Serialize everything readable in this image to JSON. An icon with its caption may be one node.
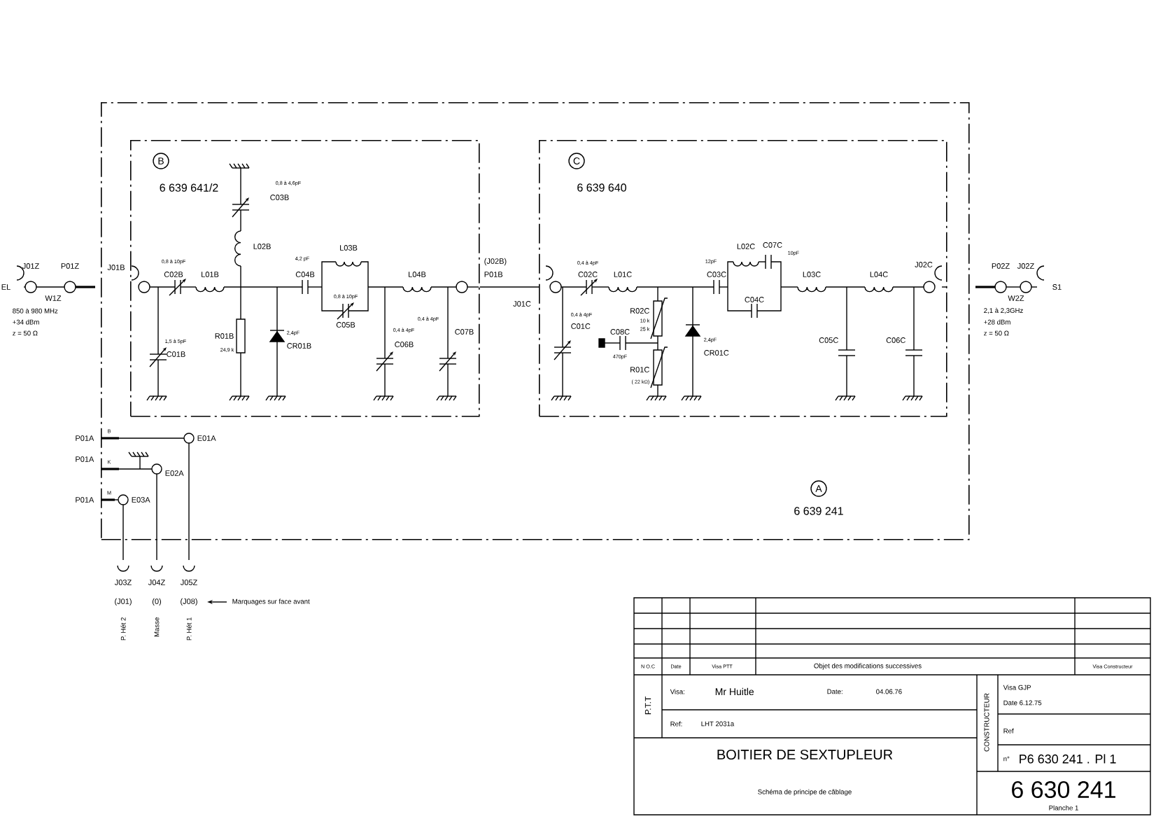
{
  "diagram": {
    "title": "BOITIER DE SEXTUPLEUR",
    "nodes": [
      {
        "text": [
          "A",
          "6 639 241"
        ]
      },
      {
        "text": [
          "B",
          "6 639 641/2"
        ],
        "in": 0,
        "beside": [
          "(J02B)",
          "P01B"
        ]
      },
      {
        "text": [
          "C",
          "6 639 640"
        ],
        "in": 0
      }
    ],
    "edges": [
      {
        "from": 1,
        "to": 2,
        "arrow": "none"
      }
    ],
    "labels": [
      "0,8 à 4,6pF",
      "C03B",
      "L02B",
      "0,8 à 10pF",
      "C02B",
      "L01B",
      "1,5 à 5pF",
      "C01B",
      "R01B",
      "24,9 k",
      "2,4pF",
      "CR01B",
      "4,2 pF",
      "C04B",
      "L03B",
      "0,8 à 10pF",
      "C05B",
      "0,4 à 4pF",
      "C06B",
      "0,4 à 4pF",
      "C07B",
      "L04B",
      "J01B",
      "0,4 à 4pF",
      "C02C",
      "L01C",
      "R02C",
      "10 k",
      "25 k",
      "C08C",
      "470pF",
      "R01C",
      "( 22 kΩ)",
      "2,4pF",
      "CR01C",
      "12pF",
      "C03C",
      "L02C",
      "C07C",
      "10pF",
      "C04C",
      "L03C",
      "L04C",
      "C05C",
      "C06C",
      "0,4 à 4pF",
      "C01C",
      "J01C",
      "J02C",
      "EL",
      "J01Z",
      "P01Z",
      "W1Z",
      "850 à 980 MHz",
      "+34 dBm",
      "z = 50 Ω",
      "P02Z",
      "J02Z",
      "S1",
      "W2Z",
      "2,1 à 2,3GHz",
      "+28 dBm",
      "z = 50 Ω",
      "P01A",
      "B",
      "E01A",
      "P01A",
      "K",
      "E02A",
      "P01A",
      "M",
      "E03A",
      "J03Z",
      "J04Z",
      "J05Z",
      "(J01)",
      "(0)",
      "(J08)",
      "Marquages sur face avant",
      "P. Hét 2",
      "Masse",
      "P. Hét 1",
      "N O.C",
      "Date",
      "Visa PTT",
      "Objet des modifications successives",
      "Visa Constructeur",
      "P.T.T",
      "Visa:",
      "Mr Huitle",
      "Date:",
      "04.06.76",
      "Ref:",
      "LHT 2031a",
      "Schéma de principe de câblage",
      "CONSTRUCTEUR",
      "Visa GJP",
      "Date 6.12.75",
      "Ref",
      "n°",
      "P6 630 241 . Pl 1",
      "6 630 241",
      "Planche 1"
    ]
  }
}
